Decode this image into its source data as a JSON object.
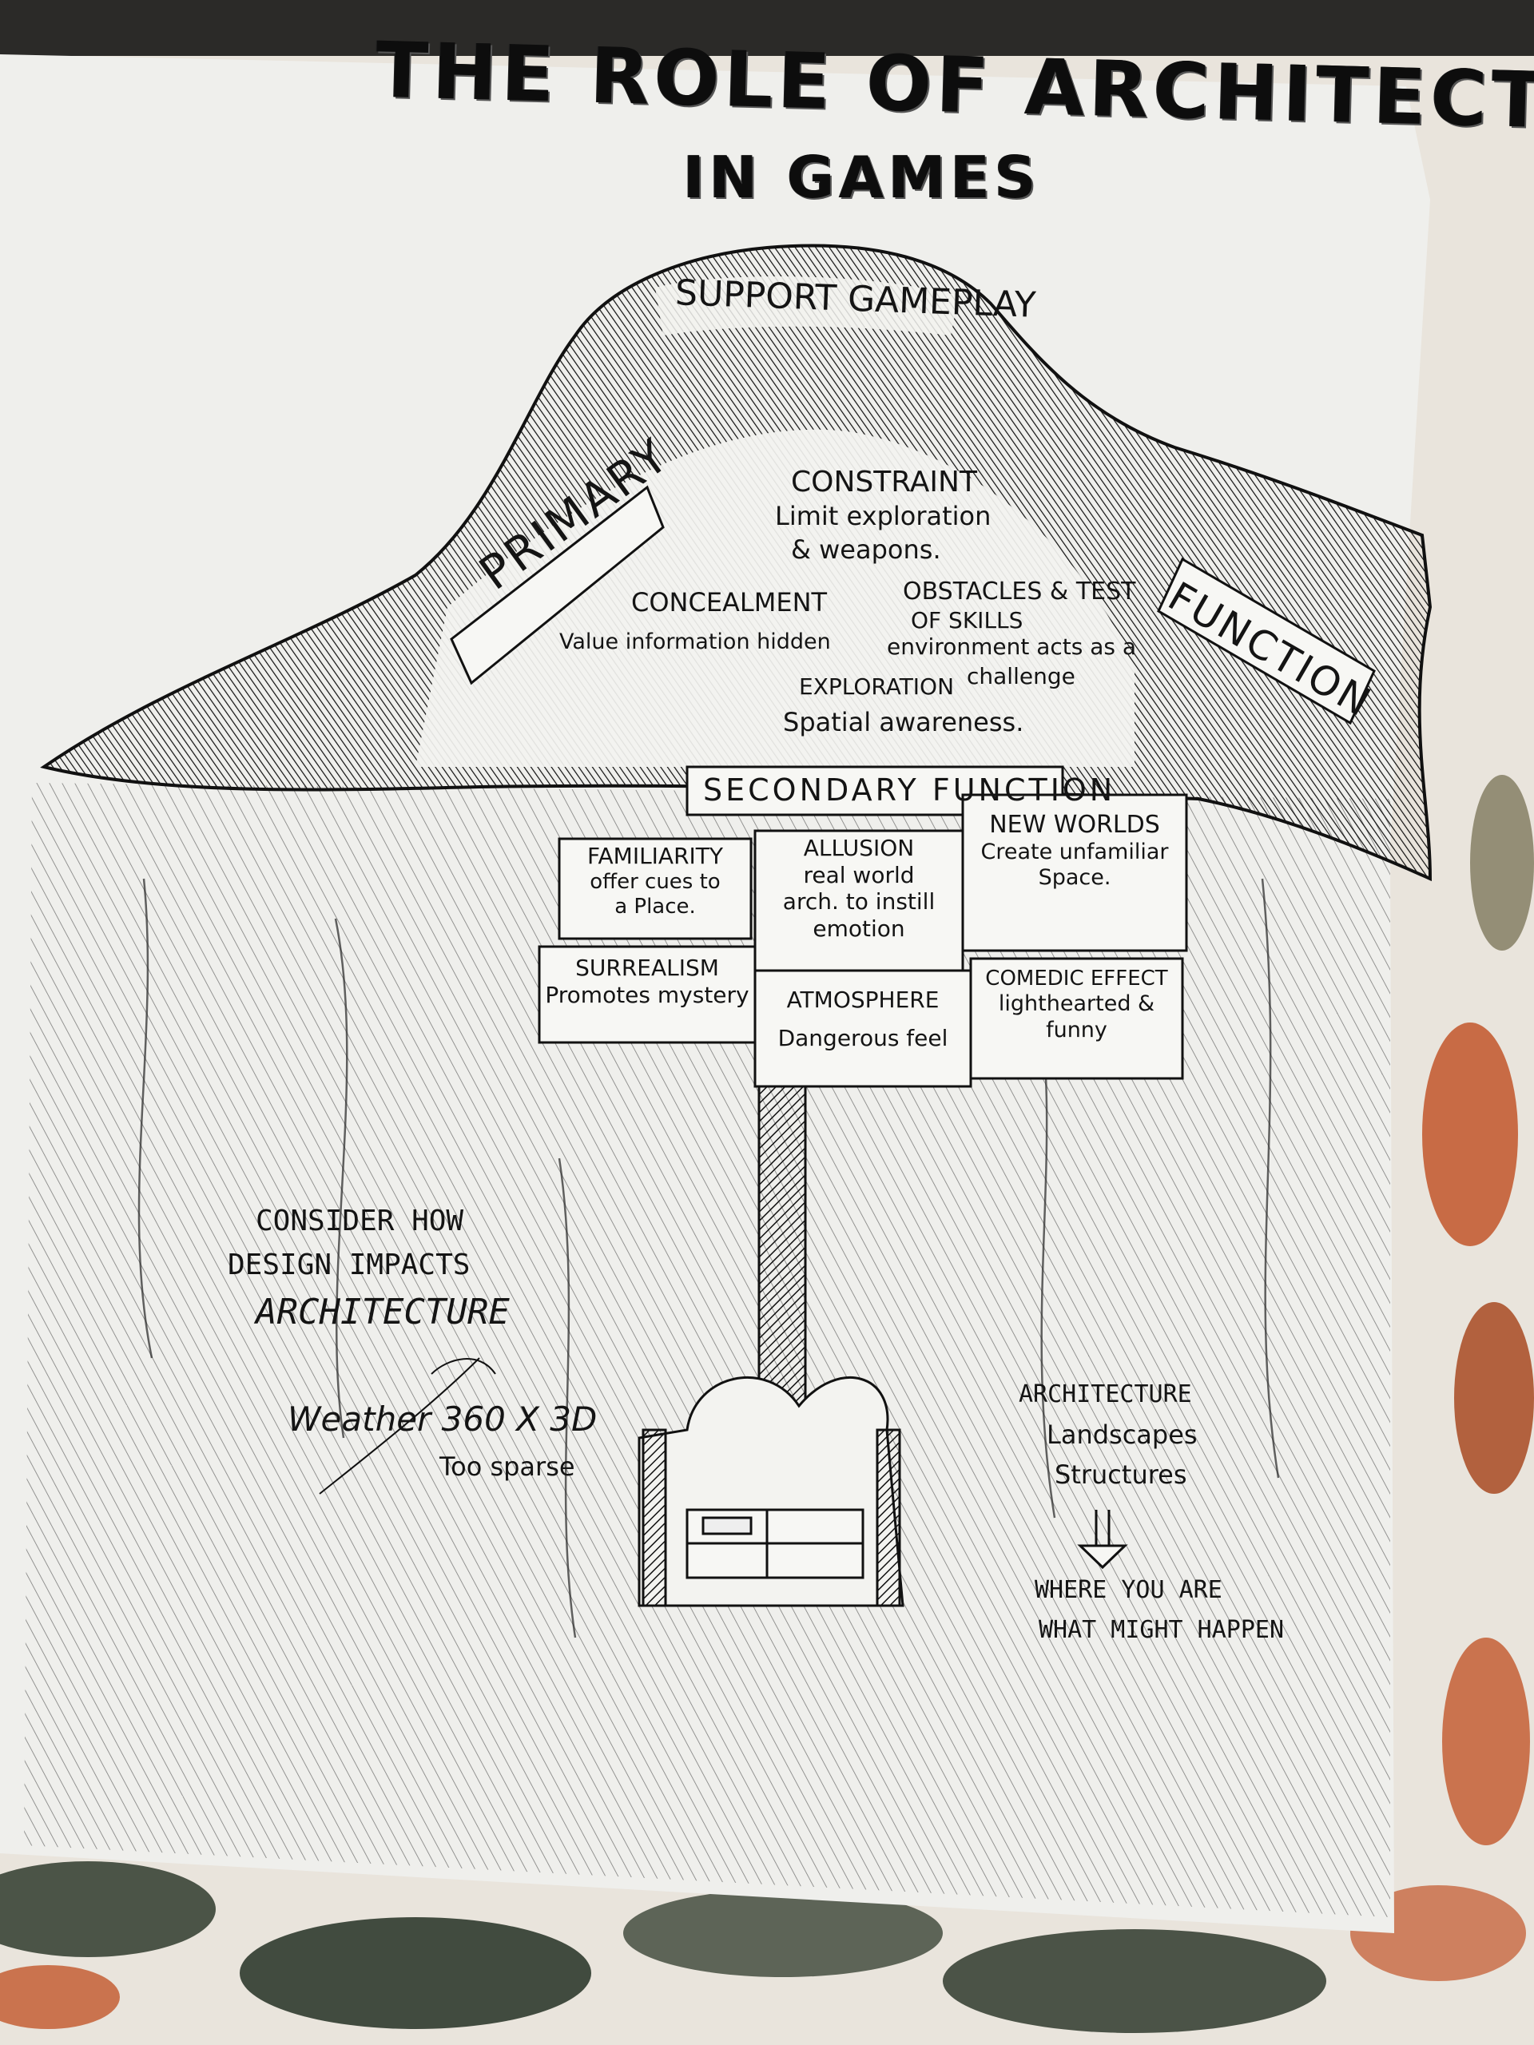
{
  "title": {
    "line1": "THE ROLE OF ARCHITECTURE",
    "line2": "IN GAMES"
  },
  "mountain": {
    "peak_label": "SUPPORT GAMEPLAY",
    "left_banner": "PRIMARY",
    "right_banner": "FUNCTION",
    "primary_items": [
      {
        "heading": "CONSTRAINT",
        "lines": [
          "Limit exploration",
          "& weapons."
        ]
      },
      {
        "heading": "CONCEALMENT",
        "lines": [
          "Value information hidden"
        ]
      },
      {
        "heading": "OBSTACLES & TEST",
        "lines": [
          "OF SKILLS",
          "environment acts as a",
          "challenge"
        ]
      },
      {
        "heading": "EXPLORATION",
        "lines": [
          "Spatial awareness."
        ]
      }
    ]
  },
  "sign": {
    "header": "SECONDARY FUNCTION",
    "cells": [
      {
        "heading": "FAMILIARITY",
        "lines": [
          "offer cues to",
          "a Place."
        ]
      },
      {
        "heading": "ALLUSION",
        "lines": [
          "real world",
          "arch. to instill",
          "emotion"
        ]
      },
      {
        "heading": "NEW WORLDS",
        "lines": [
          "Create unfamiliar",
          "Space."
        ]
      },
      {
        "heading": "SURREALISM",
        "lines": [
          "Promotes mystery"
        ]
      },
      {
        "heading": "ATMOSPHERE",
        "lines": [
          "Dangerous feel"
        ]
      },
      {
        "heading": "COMEDIC EFFECT",
        "lines": [
          "lighthearted &",
          "funny"
        ]
      }
    ]
  },
  "left_note": {
    "lines": [
      "CONSIDER HOW",
      "DESIGN IMPACTS",
      "ARCHITECTURE"
    ],
    "sub1": "Weather  360 X 3D",
    "sub2": "Too sparse"
  },
  "right_note": {
    "lines": [
      "ARCHITECTURE",
      "Landscapes",
      "Structures"
    ],
    "arrow": "⇓",
    "outcome": [
      "WHERE YOU ARE",
      "WHAT MIGHT HAPPEN"
    ]
  },
  "colors": {
    "paper": "#efefec",
    "ink": "#141414",
    "fabric_light": "#e9e4dc",
    "fabric_dark": "#2a2623",
    "leaf_green": "#3a4436",
    "leaf_orange": "#c2562a"
  }
}
